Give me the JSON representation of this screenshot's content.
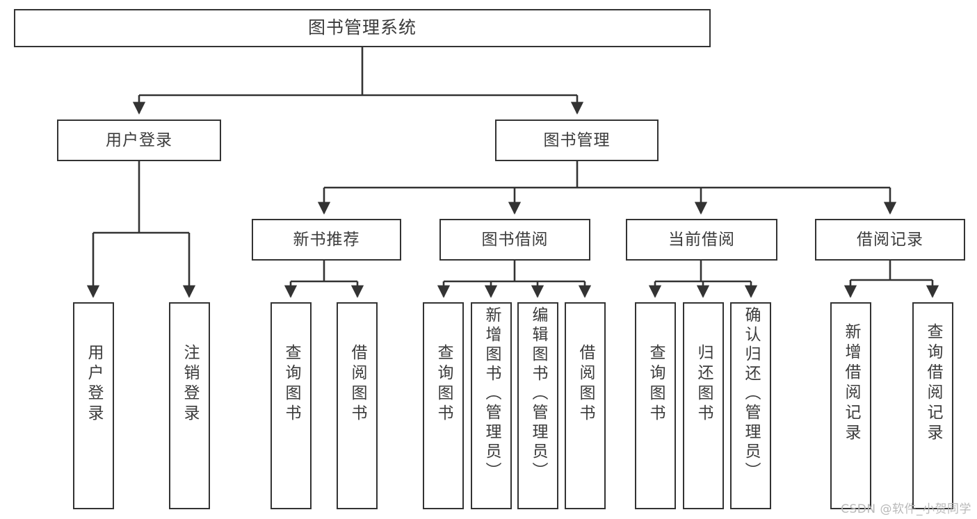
{
  "diagram": {
    "title": "图书管理系统",
    "type": "tree-hierarchy",
    "watermark": "CSDN @软件_小贺同学",
    "colors": {
      "box_border": "#333333",
      "box_fill": "#ffffff",
      "text": "#3b3b3b",
      "edge": "#333333",
      "watermark": "#b9b9b9",
      "background": "#ffffff"
    },
    "root": {
      "id": "root",
      "label": "图书管理系统"
    },
    "level1": [
      {
        "id": "user-login",
        "label": "用户登录"
      },
      {
        "id": "book-manage",
        "label": "图书管理"
      }
    ],
    "level2": [
      {
        "id": "new-book-recommend",
        "label": "新书推荐",
        "parent": "book-manage"
      },
      {
        "id": "book-borrow",
        "label": "图书借阅",
        "parent": "book-manage"
      },
      {
        "id": "current-borrow",
        "label": "当前借阅",
        "parent": "book-manage"
      },
      {
        "id": "borrow-record",
        "label": "借阅记录",
        "parent": "book-manage"
      }
    ],
    "leaves": [
      {
        "id": "leaf-user-login",
        "label": "用户登录",
        "parent": "user-login"
      },
      {
        "id": "leaf-user-logout",
        "label": "注销登录",
        "parent": "user-login"
      },
      {
        "id": "leaf-query-book-1",
        "label": "查询图书",
        "parent": "new-book-recommend"
      },
      {
        "id": "leaf-borrow-book-1",
        "label": "借阅图书",
        "parent": "new-book-recommend"
      },
      {
        "id": "leaf-query-book-2",
        "label": "查询图书",
        "parent": "book-borrow"
      },
      {
        "id": "leaf-add-book",
        "label": "新增图书（管理员）",
        "parent": "book-borrow"
      },
      {
        "id": "leaf-edit-book",
        "label": "编辑图书（管理员）",
        "parent": "book-borrow"
      },
      {
        "id": "leaf-borrow-book-2",
        "label": "借阅图书",
        "parent": "book-borrow"
      },
      {
        "id": "leaf-query-book-3",
        "label": "查询图书",
        "parent": "current-borrow"
      },
      {
        "id": "leaf-return-book",
        "label": "归还图书",
        "parent": "current-borrow"
      },
      {
        "id": "leaf-confirm-return",
        "label": "确认归还（管理员）",
        "parent": "current-borrow"
      },
      {
        "id": "leaf-add-record",
        "label": "新增借阅记录",
        "parent": "borrow-record"
      },
      {
        "id": "leaf-query-record",
        "label": "查询借阅记录",
        "parent": "borrow-record"
      }
    ]
  }
}
